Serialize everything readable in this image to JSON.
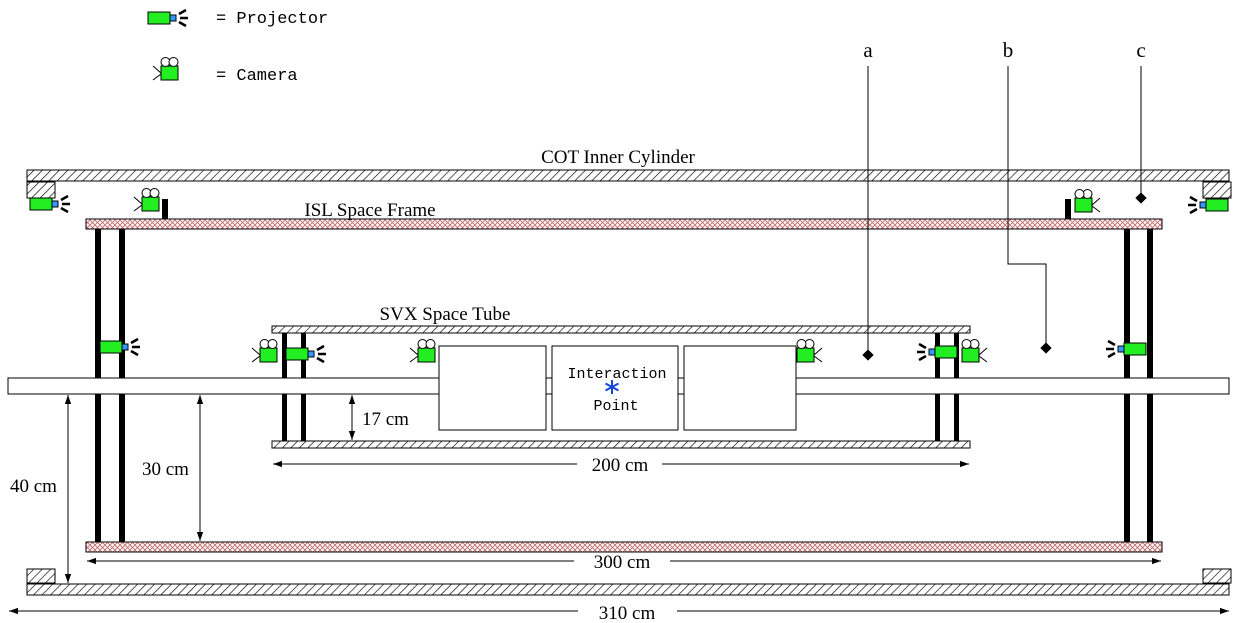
{
  "legend": {
    "projector_label": "= Projector",
    "camera_label": "= Camera"
  },
  "labels": {
    "cot": "COT Inner Cylinder",
    "isl": "ISL Space Frame",
    "svx": "SVX Space Tube",
    "interaction_line1": "Interaction",
    "interaction_line2": "Point",
    "point_a": "a",
    "point_b": "b",
    "point_c": "c"
  },
  "dimensions": {
    "d17": "17 cm",
    "d30": "30 cm",
    "d40": "40 cm",
    "d200": "200 cm",
    "d300": "300 cm",
    "d310": "310 cm"
  },
  "colors": {
    "device_green": "#22ee22",
    "lens_blue": "#3399ff",
    "isl_hatch": "#cc6666",
    "interaction_star": "#1144dd"
  }
}
